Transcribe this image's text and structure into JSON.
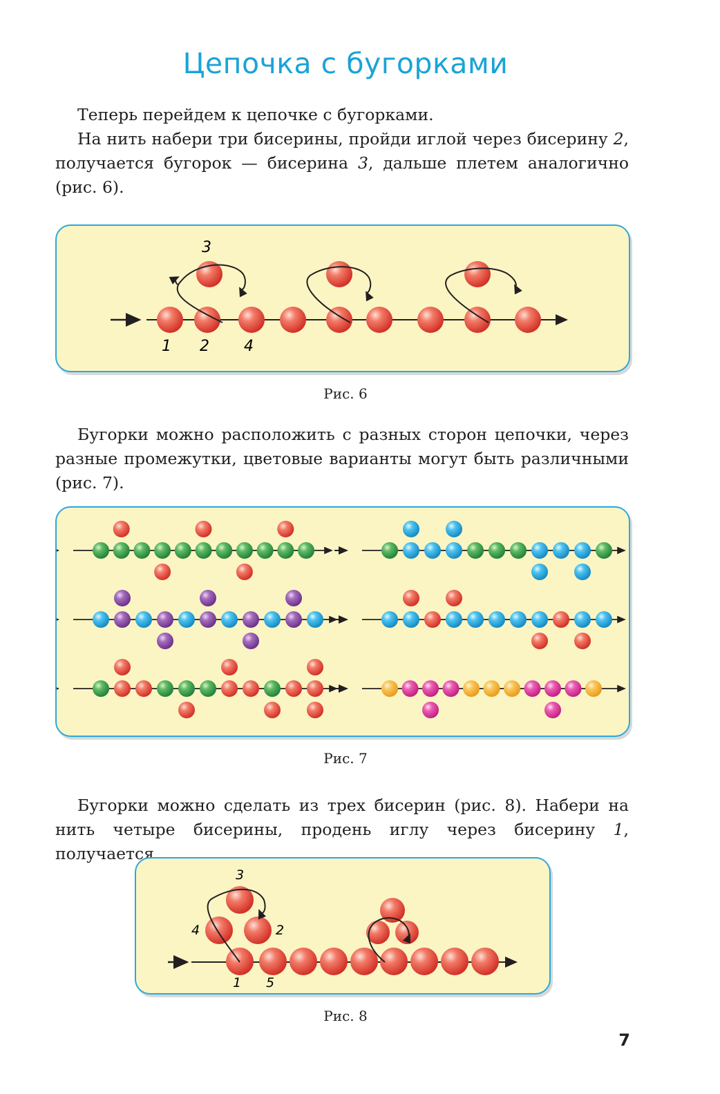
{
  "title": "Цепочка с бугорками",
  "para1": "Теперь перейдем к цепочке с бугорками.",
  "para2": "На нить набери три бисерины, пройди иглой через бисерину 2, получается бугорок — бисерина 3, дальше плетем аналогично (рис. 6).",
  "fig6": {
    "caption": "Рис. 6",
    "labels": [
      "1",
      "2",
      "4",
      "3"
    ]
  },
  "para3": "Бугорки можно расположить с разных сторон цепочки, через разные промежутки, цветовые варианты могут быть различными (рис. 7).",
  "fig7": {
    "caption": "Рис. 7"
  },
  "para4": "Бугорки можно сделать из трех бисерин (рис. 8). Набери на нить четыре бисерины, продень иглу через бисерину 1, получается",
  "fig8": {
    "caption": "Рис. 8",
    "labels": [
      "1",
      "5",
      "4",
      "2",
      "3"
    ]
  },
  "page_number": "7",
  "colors": {
    "accent": "#1ba3d6",
    "panel_bg": "#fbf5c4",
    "red_bead": "#e8453c",
    "green_bead": "#3ea34f",
    "blue_bead": "#29aee6",
    "purple_bead": "#8a4fa3",
    "pink_bead": "#e23d9f",
    "orange_bead": "#f6b640"
  }
}
